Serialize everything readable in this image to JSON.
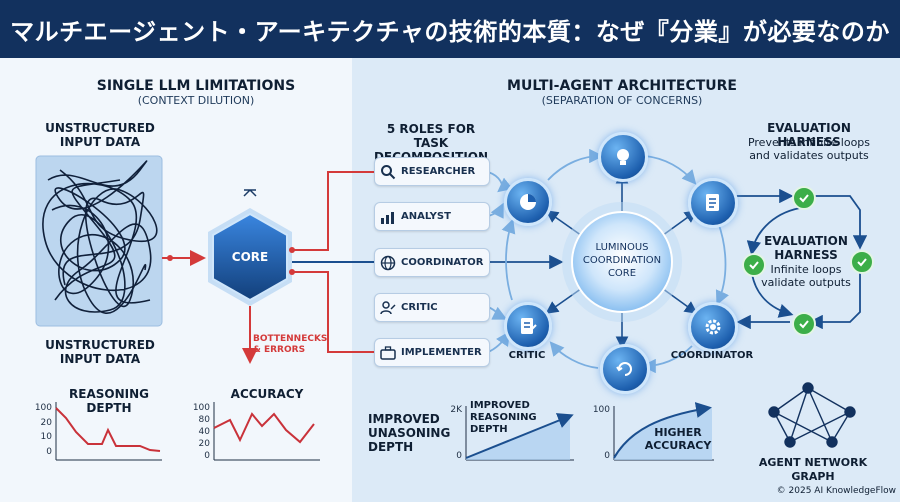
{
  "header": {
    "title": "マルチエージェント・アーキテクチャの技術的本質：なぜ『分業』が必要なのか"
  },
  "left": {
    "title": "SINGLE LLM LIMITATIONS",
    "subtitle": "(CONTEXT DILUTION)",
    "input_top": "UNSTRUCTURED\nINPUT DATA",
    "input_bottom": "UNSTRUCTURED\nINPUT DATA",
    "core_label": "CORE",
    "bottleneck_label": "BOTTENNECKS\n& ERRORS",
    "colors": {
      "error": "#d43a3a",
      "core": "#1e5aa8"
    }
  },
  "right": {
    "title": "MULTI-AGENT ARCHITECTURE",
    "subtitle": "(SEPARATION OF CONCERNS)",
    "roles_title": "5 ROLES FOR TASK\nDECOMPOSITION",
    "roles": [
      {
        "label": "RESEARCHER",
        "icon": "search-icon"
      },
      {
        "label": "ANALYST",
        "icon": "bar-chart-icon"
      },
      {
        "label": "COORDINATOR",
        "icon": "globe-icon"
      },
      {
        "label": "CRITIC",
        "icon": "user-edit-icon"
      },
      {
        "label": "IMPLEMENTER",
        "icon": "briefcase-icon"
      }
    ],
    "center_label": "LUMINOUS\nCOORDINATION\nCORE",
    "node_labels": {
      "critic": "CRITIC",
      "coordinator": "COORDINATOR"
    },
    "eval_top_title": "EVALUATION HARNESS",
    "eval_top_desc": "Prevents infinite loops\nand validates outputs",
    "eval_mid_title": "EVALUATION\nHARNESS",
    "eval_mid_desc": "Infinite loops\nvalidate outputs",
    "network_label": "AGENT NETWORK GRAPH",
    "colors": {
      "node": "#1d5fae",
      "check": "#3cae48"
    }
  },
  "charts": {
    "reasoning": {
      "title": "REASONING DEPTH",
      "ticks": [
        "100",
        "20",
        "10",
        "0"
      ]
    },
    "accuracy": {
      "title": "ACCURACY",
      "ticks": [
        "100",
        "80",
        "40",
        "20",
        "0"
      ]
    },
    "improved": {
      "left_label": "IMPROVED\nUNASONING\nDEPTH",
      "inner_label": "IMPROVED\nREASONING\nDEPTH",
      "ticks": [
        "2K",
        "0"
      ]
    },
    "higher": {
      "inner_label": "HIGHER\nACCURACY",
      "ticks": [
        "100",
        "0"
      ]
    }
  },
  "footer": {
    "copyright": "© 2025 AI KnowledgeFlow"
  }
}
